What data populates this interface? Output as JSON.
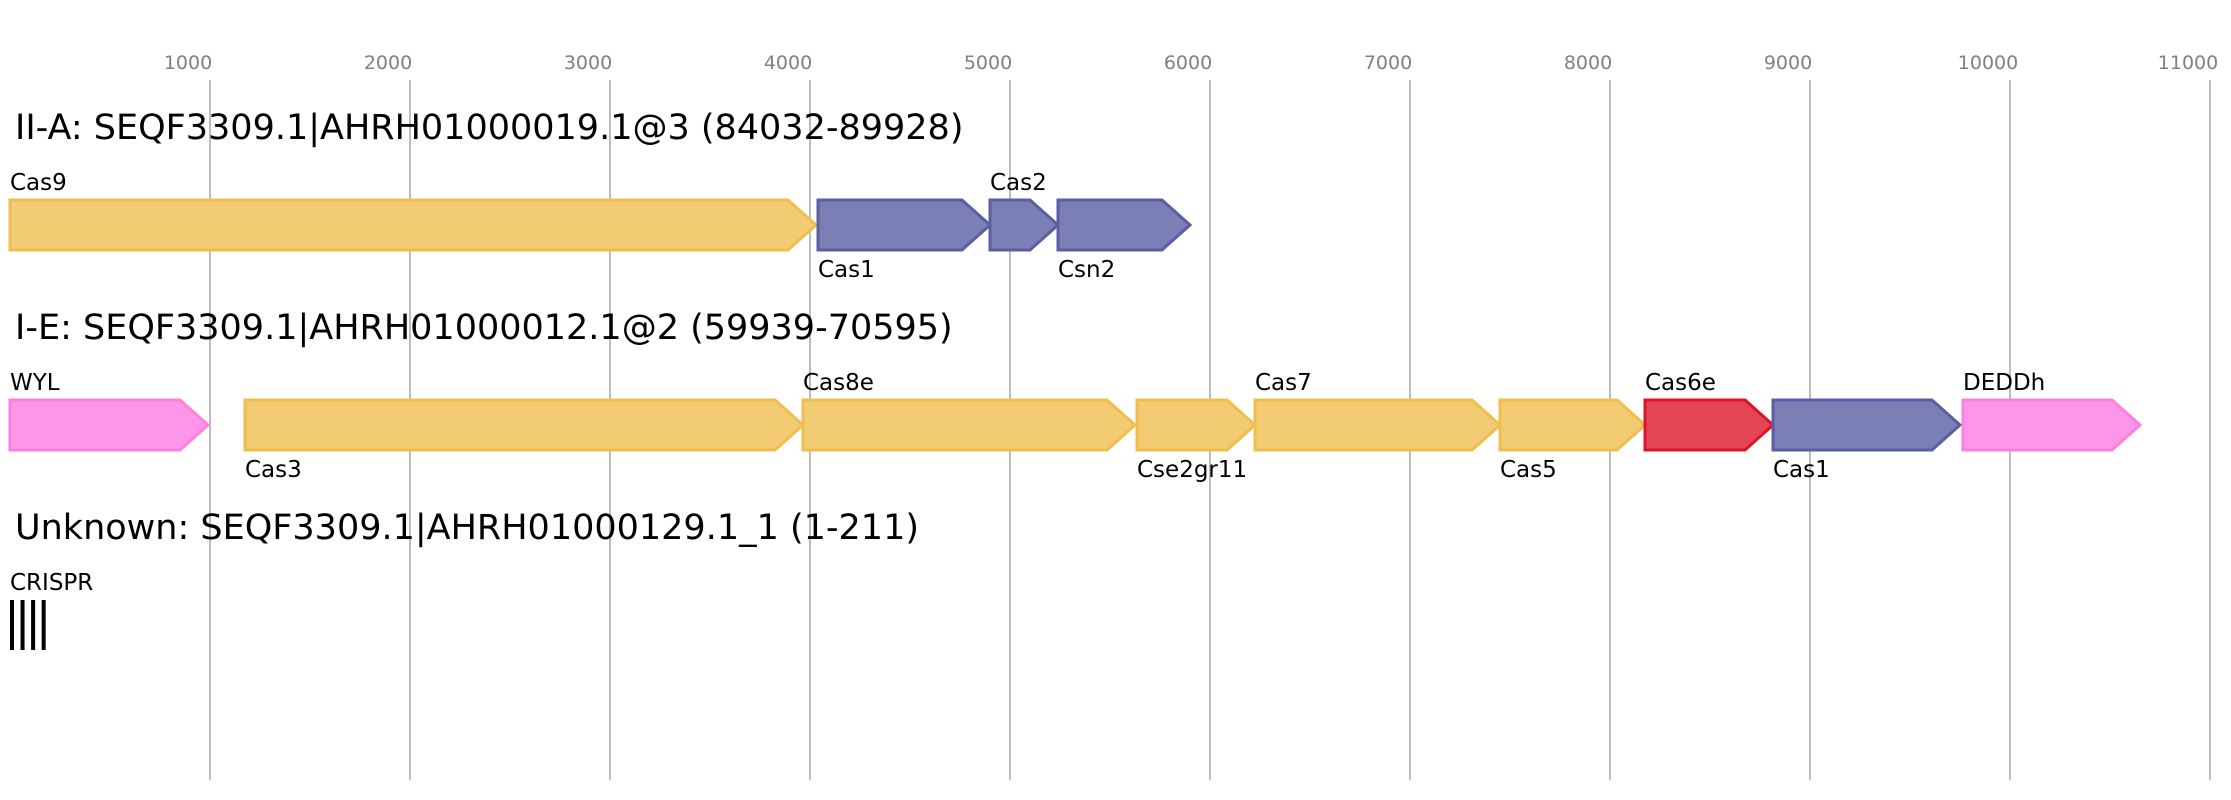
{
  "chart_data": {
    "type": "gene-map",
    "title": "",
    "axis": {
      "range": [
        0,
        11000
      ],
      "ticks": [
        1000,
        2000,
        3000,
        4000,
        5000,
        6000,
        7000,
        8000,
        9000,
        10000,
        11000
      ],
      "grid": true
    },
    "colors": {
      "yellow": {
        "fill": "#f2cb72",
        "stroke": "#efbe4c"
      },
      "blue": {
        "fill": "#7b7fb5",
        "stroke": "#5a5fa3"
      },
      "pink": {
        "fill": "#fe96e7",
        "stroke": "#fe7fe2"
      },
      "red": {
        "fill": "#e44555",
        "stroke": "#dc1428"
      },
      "crispr": {
        "fill": "#000000",
        "stroke": "#000000"
      }
    },
    "tracks": [
      {
        "title": "II-A: SEQF3309.1|AHRH01000019.1@3 (84032-89928)",
        "genes": [
          {
            "name": "Cas9",
            "start": 0,
            "end": 4030,
            "color": "yellow",
            "label_pos": "above"
          },
          {
            "name": "Cas1",
            "start": 4040,
            "end": 4900,
            "color": "blue",
            "label_pos": "below"
          },
          {
            "name": "Cas2",
            "start": 4900,
            "end": 5240,
            "color": "blue",
            "label_pos": "above"
          },
          {
            "name": "Csn2",
            "start": 5240,
            "end": 5900,
            "color": "blue",
            "label_pos": "below"
          }
        ]
      },
      {
        "title": "I-E: SEQF3309.1|AHRH01000012.1@2 (59939-70595)",
        "genes": [
          {
            "name": "WYL",
            "start": 0,
            "end": 990,
            "color": "pink",
            "label_pos": "above"
          },
          {
            "name": "Cas3",
            "start": 1175,
            "end": 3965,
            "color": "yellow",
            "label_pos": "below"
          },
          {
            "name": "Cas8e",
            "start": 3965,
            "end": 5625,
            "color": "yellow",
            "label_pos": "above"
          },
          {
            "name": "Cse2gr11",
            "start": 5635,
            "end": 6225,
            "color": "yellow",
            "label_pos": "below"
          },
          {
            "name": "Cas7",
            "start": 6225,
            "end": 7450,
            "color": "yellow",
            "label_pos": "above"
          },
          {
            "name": "Cas5",
            "start": 7450,
            "end": 8175,
            "color": "yellow",
            "label_pos": "below"
          },
          {
            "name": "Cas6e",
            "start": 8175,
            "end": 8815,
            "color": "red",
            "label_pos": "above"
          },
          {
            "name": "Cas1",
            "start": 8815,
            "end": 9750,
            "color": "blue",
            "label_pos": "below"
          },
          {
            "name": "DEDDh",
            "start": 9765,
            "end": 10650,
            "color": "pink",
            "label_pos": "above"
          }
        ]
      },
      {
        "title": "Unknown: SEQF3309.1|AHRH01000129.1_1 (1-211)",
        "genes": [
          {
            "name": "CRISPR",
            "start": 0,
            "end": 211,
            "color": "crispr",
            "label_pos": "above",
            "kind": "crispr",
            "repeats": 4
          }
        ]
      }
    ]
  }
}
